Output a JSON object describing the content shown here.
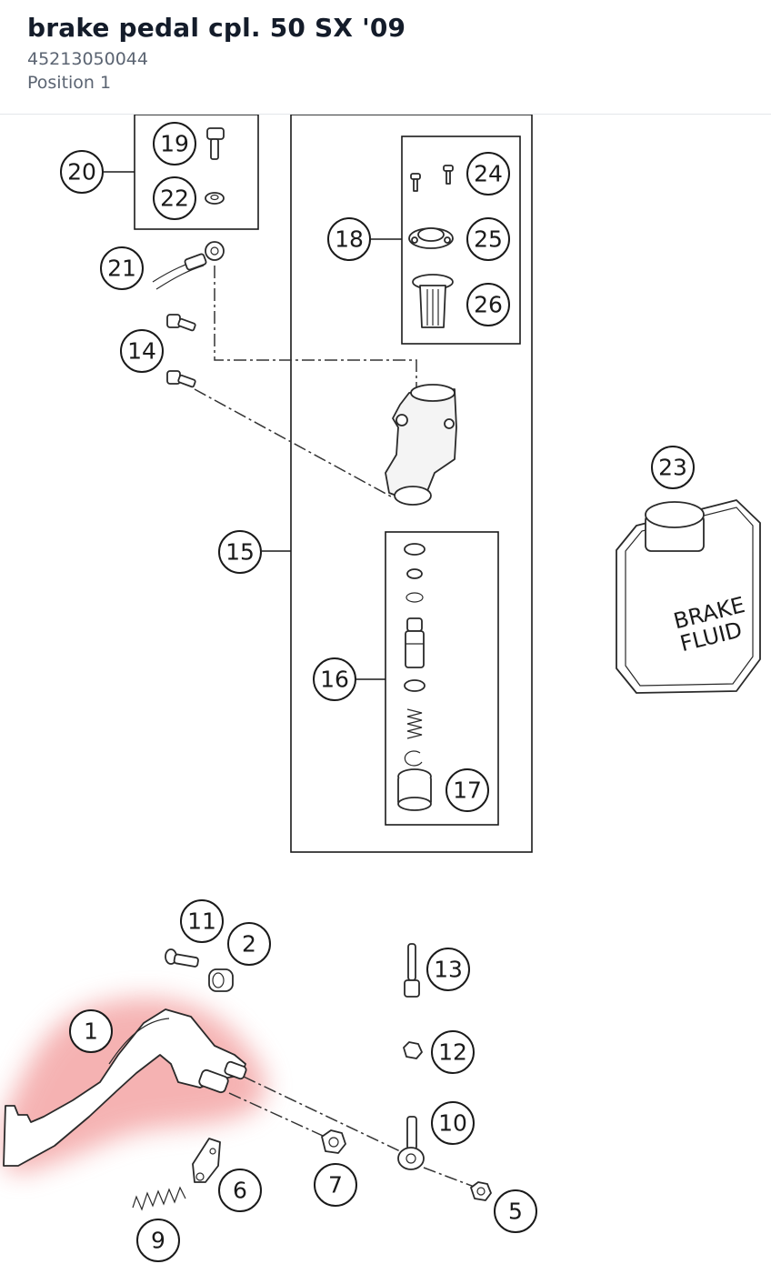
{
  "header": {
    "title": "brake pedal cpl. 50 SX '09",
    "part_number": "45213050044",
    "position": "Position 1"
  },
  "diagram": {
    "highlighted_callout": "1",
    "highlight_color": "#f08a8a",
    "callouts": [
      "1",
      "2",
      "5",
      "6",
      "7",
      "9",
      "10",
      "11",
      "12",
      "13",
      "14",
      "15",
      "16",
      "17",
      "18",
      "19",
      "20",
      "21",
      "22",
      "23",
      "24",
      "25",
      "26"
    ],
    "can_label_line1": "BRAKE",
    "can_label_line2": "FLUID"
  }
}
